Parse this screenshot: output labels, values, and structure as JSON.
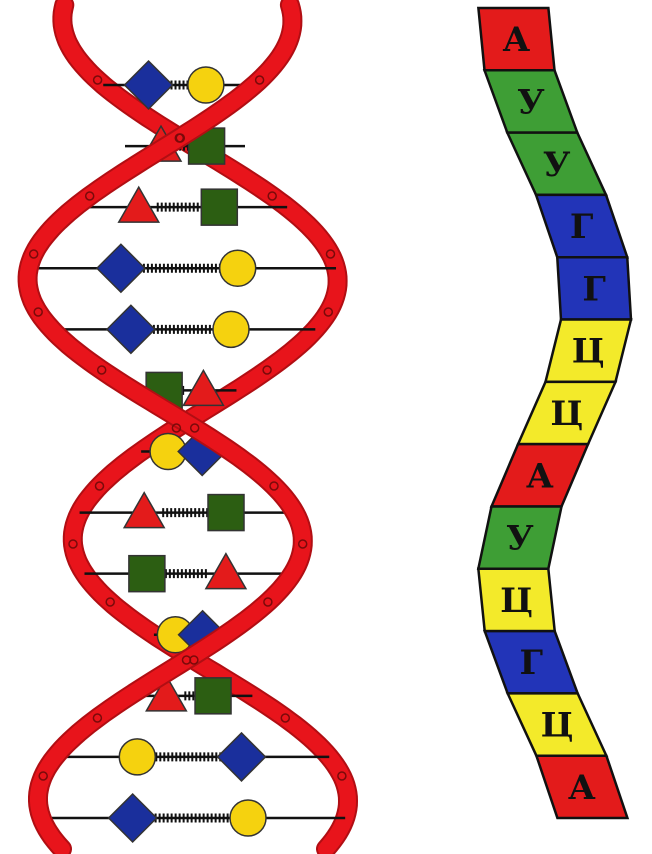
{
  "colors": {
    "strand": "#e8141b",
    "strand_dark": "#b10e13",
    "A": "#e31b1b",
    "U": "#3e9e35",
    "G": "#2234b8",
    "C": "#f3ea2a",
    "shape_triangle": "#e31b1b",
    "shape_square": "#2c5e12",
    "shape_diamond": "#1a2f9c",
    "shape_circle": "#f5d20f"
  },
  "dna": {
    "rungs": [
      {
        "left": "diamond",
        "right": "circle"
      },
      {
        "left": "triangle",
        "right": "square"
      },
      {
        "left": "triangle",
        "right": "square"
      },
      {
        "left": "diamond",
        "right": "circle"
      },
      {
        "left": "diamond",
        "right": "circle"
      },
      {
        "left": "square",
        "right": "triangle"
      },
      {
        "left": "circle",
        "right": "diamond"
      },
      {
        "left": "triangle",
        "right": "square"
      },
      {
        "left": "square",
        "right": "triangle"
      },
      {
        "left": "circle",
        "right": "diamond"
      },
      {
        "left": "triangle",
        "right": "square"
      },
      {
        "left": "circle",
        "right": "diamond"
      },
      {
        "left": "diamond",
        "right": "circle"
      }
    ]
  },
  "rna": {
    "segments": [
      {
        "letter": "А",
        "base": "A"
      },
      {
        "letter": "У",
        "base": "U"
      },
      {
        "letter": "У",
        "base": "U"
      },
      {
        "letter": "Г",
        "base": "G"
      },
      {
        "letter": "Г",
        "base": "G"
      },
      {
        "letter": "Ц",
        "base": "C"
      },
      {
        "letter": "Ц",
        "base": "C"
      },
      {
        "letter": "А",
        "base": "A"
      },
      {
        "letter": "У",
        "base": "U"
      },
      {
        "letter": "Ц",
        "base": "C"
      },
      {
        "letter": "Г",
        "base": "G"
      },
      {
        "letter": "Ц",
        "base": "C"
      },
      {
        "letter": "А",
        "base": "A"
      }
    ]
  }
}
